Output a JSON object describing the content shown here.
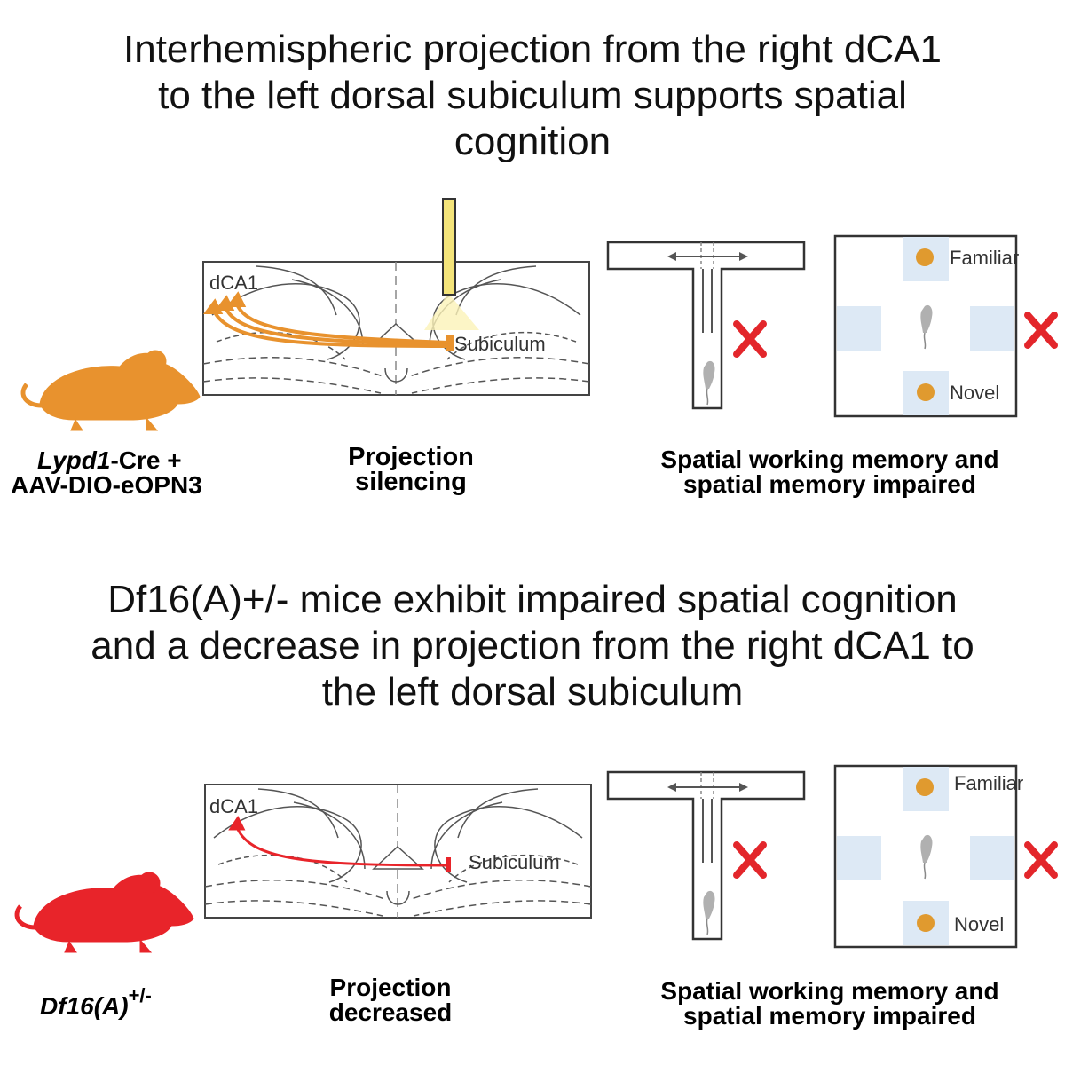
{
  "panel1": {
    "title": "Interhemispheric projection from the right dCA1\nto the left dorsal subiculum supports spatial\ncognition",
    "mouse_label_italic": "Lypd1",
    "mouse_label_rest": "-Cre +",
    "mouse_label_line2": "AAV-DIO-eOPN3",
    "brain_label_ca1": "dCA1",
    "brain_label_sub": "Subiculum",
    "caption_projection": "Projection\nsilencing",
    "caption_memory": "Spatial working memory and\nspatial memory impaired",
    "familiar_label": "Familiar",
    "novel_label": "Novel"
  },
  "panel2": {
    "title": "Df16(A)+/- mice exhibit impaired spatial cognition\nand a decrease in projection from the right dCA1 to\nthe left dorsal subiculum",
    "mouse_label_main": "Df16(A)",
    "mouse_label_sup": "+/-",
    "brain_label_ca1": "dCA1",
    "brain_label_sub": "Subiculum",
    "caption_projection": "Projection\ndecreased",
    "caption_memory": "Spatial working memory and\nspatial memory impaired",
    "familiar_label": "Familiar",
    "novel_label": "Novel"
  },
  "colors": {
    "orange": "#e8922e",
    "red": "#e8242a",
    "cross": "#e3262b",
    "light_blue": "#dde9f5",
    "object": "#e09a2f",
    "fiber": "#f4e47a"
  },
  "icons": [
    "mouse-icon",
    "optic-fiber-icon",
    "t-maze-icon",
    "open-field-icon",
    "cross-icon"
  ]
}
